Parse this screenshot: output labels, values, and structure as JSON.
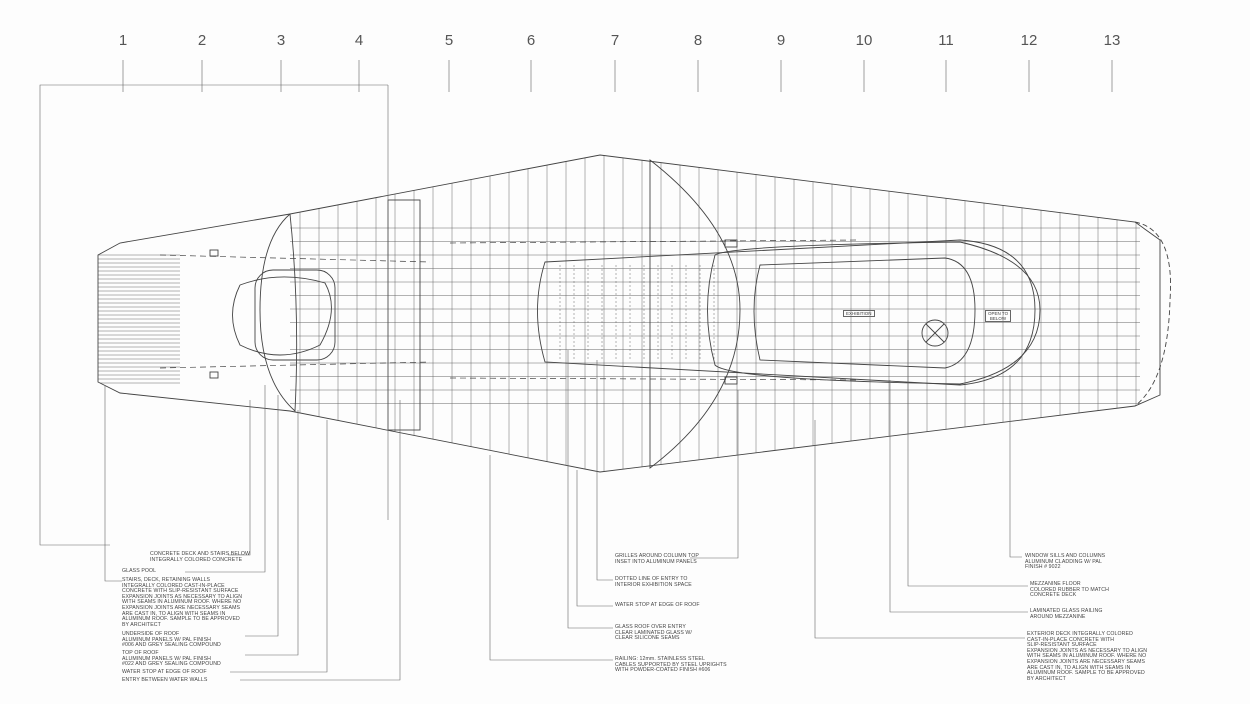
{
  "title": "Roof plan drawing",
  "column_markers": [
    "1",
    "2",
    "3",
    "4",
    "5",
    "6",
    "7",
    "8",
    "9",
    "10",
    "11",
    "12",
    "13"
  ],
  "room_labels": {
    "exhibition": "EXHIBITION",
    "open_to_below": "OPEN TO\nBELOW"
  },
  "notes_left": [
    "CONCRETE DECK AND STAIRS BELOW\nINTEGRALLY COLORED CONCRETE",
    "GLASS POOL",
    "STAIRS, DECK, RETAINING WALLS\nINTEGRALLY COLORED CAST-IN-PLACE\nCONCRETE WITH SLIP-RESISTANT SURFACE\nEXPANSION JOINTS AS NECESSARY TO ALIGN\nWITH SEAMS IN ALUMINUM ROOF. WHERE NO\nEXPANSION JOINTS ARE NECESSARY SEAMS\nARE CAST IN, TO ALIGN WITH SEAMS IN\nALUMINUM ROOF. SAMPLE TO BE APPROVED\nBY ARCHITECT",
    "UNDERSIDE OF ROOF\nALUMINUM PANELS W/ PAL FINISH\n#006 AND GREY SEALING COMPOUND",
    "TOP OF ROOF\nALUMINUM PANELS W/ PAL FINISH\n#022 AND GREY SEALING COMPOUND",
    "WATER STOP AT EDGE OF ROOF",
    "ENTRY BETWEEN WATER WALLS"
  ],
  "notes_middle": [
    "GRILLES AROUND COLUMN TOP\nINSET INTO ALUMINUM PANELS",
    "DOTTED LINE OF ENTRY TO\nINTERIOR EXHIBITION SPACE",
    "WATER STOP AT EDGE OF ROOF",
    "GLASS ROOF OVER ENTRY\nCLEAR LAMINATED GLASS W/\nCLEAR SILICONE SEAMS",
    "RAILING: 12mm. STAINLESS STEEL\nCABLES SUPPORTED BY STEEL UPRIGHTS\nWITH POWDER-COATED FINISH #606"
  ],
  "notes_right": [
    "WINDOW SILLS AND COLUMNS\nALUMINUM CLADDING W/ PAL\nFINISH # 9022",
    "MEZZANINE FLOOR\nCOLORED RUBBER TO MATCH\nCONCRETE DECK",
    "LAMINATED GLASS RAILING\nAROUND MEZZANINE",
    "EXTERIOR DECK INTEGRALLY COLORED\nCAST-IN-PLACE CONCRETE WITH\nSLIP-RESISTANT SURFACE\nEXPANSION JOINTS AS NECESSARY TO ALIGN\nWITH SEAMS IN ALUMINUM ROOF. WHERE NO\nEXPANSION JOINTS ARE NECESSARY SEAMS\nARE CAST IN, TO ALIGN WITH SEAMS IN\nALUMINUM ROOF. SAMPLE TO BE APPROVED\nBY ARCHITECT"
  ],
  "colors": {
    "line": "#555555",
    "paper": "#fdfdfd"
  }
}
